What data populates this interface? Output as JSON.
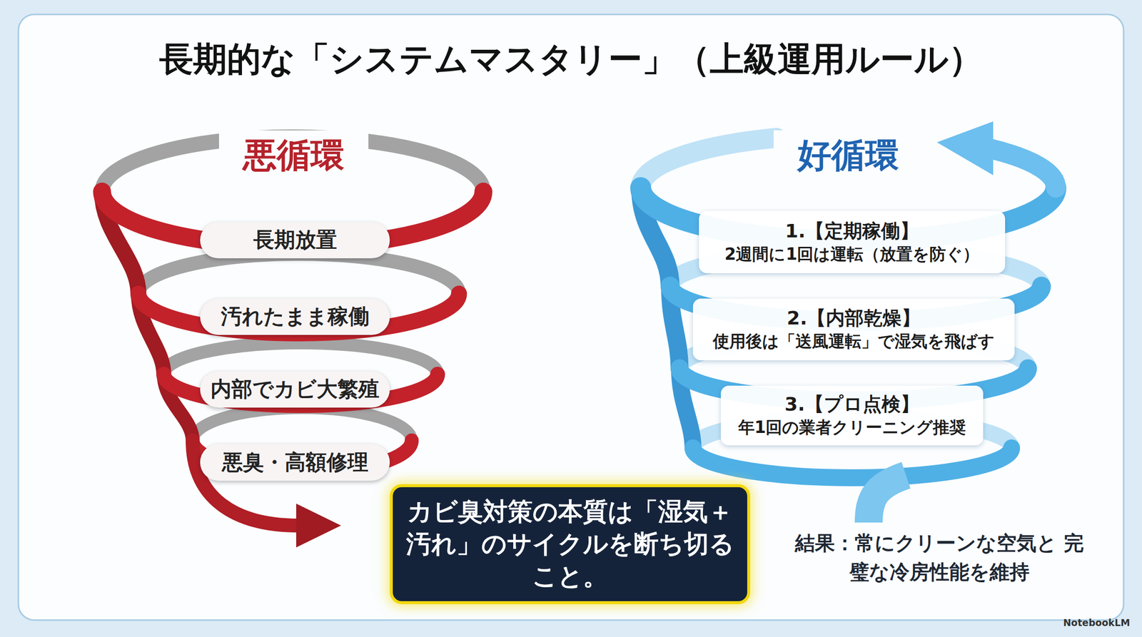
{
  "diagram": {
    "title": "長期的な「システムマスタリー」（上級運用ルール）",
    "nodes": [
      {
        "text": [
          "長期放置"
        ]
      },
      {
        "text": [
          "汚れたまま稼働"
        ]
      },
      {
        "text": [
          "内部でカビ大繁殖"
        ]
      },
      {
        "text": [
          "悪臭・高額修理"
        ]
      },
      {
        "text": [
          "1.【定期稼働】",
          "2週間に1回は運転（放置を防ぐ）"
        ]
      },
      {
        "text": [
          "2.【内部乾燥】",
          "使用後は「送風運転」で湿気を飛ばす"
        ]
      },
      {
        "text": [
          "3.【プロ点検】",
          "年1回の業者クリーニング推奨"
        ]
      },
      {
        "text": [
          "カビ臭対策の本質は「湿気＋汚れ」のサイクルを断ち切ること。"
        ]
      }
    ],
    "labels": [
      "悪循環",
      "好循環",
      "結果：常にクリーンな空気と 完璧な冷房性能を維持",
      "NotebookLM"
    ]
  }
}
